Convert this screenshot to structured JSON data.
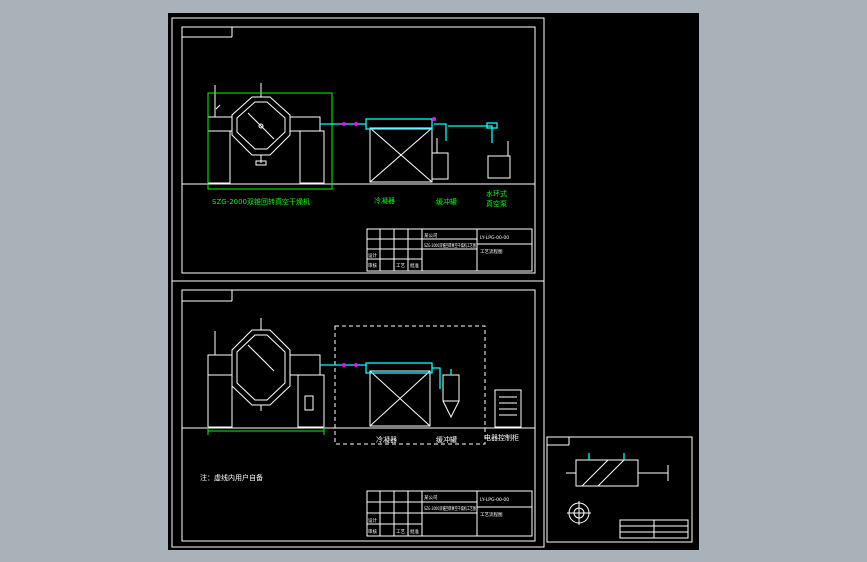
{
  "drawing": {
    "top_view": {
      "dryer_caption": "SZG-2000双锥回转真空干燥机",
      "condenser_caption": "冷凝器",
      "receiver_caption": "缓冲罐",
      "pump_caption_line1": "水环式",
      "pump_caption_line2": "真空泵",
      "title_block": {
        "company": "某公司",
        "drawing_title": "SZG-2000双锥回转真空干燥机工艺图",
        "drawing_number": "LY-LPG-00-00",
        "sheet_label": "工艺流程图",
        "row_labels": [
          "设计",
          "审核",
          "工艺",
          "批准"
        ]
      }
    },
    "bottom_view": {
      "condenser_caption": "冷凝器",
      "receiver_caption": "缓冲罐",
      "control_caption": "电器控制柜",
      "note": "注：虚线内用户自备",
      "title_block": {
        "company": "某公司",
        "drawing_title": "SZG-2000双锥回转真空干燥机工艺图",
        "drawing_number": "LY-LPG-00-00",
        "sheet_label": "工艺流程图",
        "row_labels": [
          "设计",
          "审核",
          "工艺",
          "批准"
        ]
      }
    }
  },
  "colors": {
    "background": "#a9b1b9",
    "sheet": "#000000",
    "line": "#ffffff",
    "dimension": "#00ff00",
    "piping": "#00ffff",
    "valve": "#ff00ff"
  }
}
